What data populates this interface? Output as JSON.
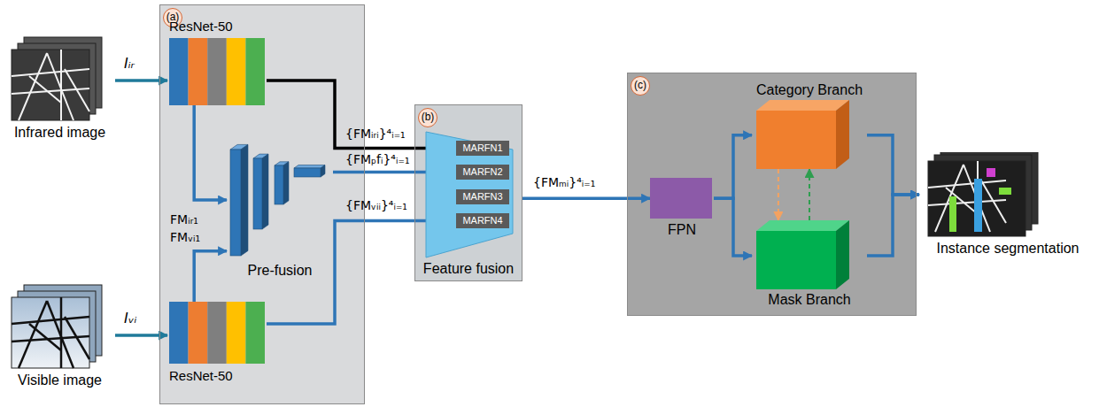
{
  "diagram": {
    "nodes": [
      {
        "text": [
          "Infrared image"
        ]
      },
      {
        "text": [
          "Visible image"
        ]
      },
      {
        "text": [
          "(a)"
        ]
      },
      {
        "text": [
          "ResNet-50"
        ],
        "in": 2
      },
      {
        "text": [
          "ResNet-50"
        ],
        "in": 2
      },
      {
        "text": [
          "Pre-fusion"
        ],
        "in": 2
      },
      {
        "text": [
          "(b)",
          "Feature fusion"
        ]
      },
      {
        "text": [
          "MARFN1"
        ],
        "in": 6
      },
      {
        "text": [
          "MARFN2"
        ],
        "in": 6
      },
      {
        "text": [
          "MARFN3"
        ],
        "in": 6
      },
      {
        "text": [
          "MARFN4"
        ],
        "in": 6
      },
      {
        "text": [
          "(c)"
        ]
      },
      {
        "text": [
          "FPN"
        ],
        "in": 11
      },
      {
        "text": [
          "Category Branch"
        ],
        "in": 11
      },
      {
        "text": [
          "Mask Branch"
        ],
        "in": 11
      },
      {
        "text": [
          "Instance segmentation"
        ]
      }
    ],
    "edges": [
      {
        "from": 0,
        "to": 3,
        "arrow": "to",
        "label": "Iᵢᵣ"
      },
      {
        "from": 1,
        "to": 4,
        "arrow": "to",
        "label": "Iᵥᵢ"
      },
      {
        "from": 3,
        "to": 5,
        "arrow": "to"
      },
      {
        "from": 4,
        "to": 5,
        "arrow": "to"
      },
      {
        "from": 3,
        "to": 7,
        "arrow": "to",
        "label": "{FMᵢᵣᵢ}⁴ᵢ₌₁"
      },
      {
        "from": 5,
        "to": 8,
        "arrow": "to",
        "label": "{FMₚfᵢ}⁴ᵢ₌₁"
      },
      {
        "from": 4,
        "to": 10,
        "arrow": "to",
        "label": "{FMᵥᵢᵢ}⁴ᵢ₌₁"
      },
      {
        "from": 6,
        "to": 12,
        "arrow": "to",
        "label": "{FMₘᵢ}⁴ᵢ₌₁"
      },
      {
        "from": 12,
        "to": 13,
        "arrow": "to"
      },
      {
        "from": 12,
        "to": 14,
        "arrow": "to"
      },
      {
        "from": 13,
        "to": 14,
        "arrow": "to"
      },
      {
        "from": 14,
        "to": 13,
        "arrow": "to"
      },
      {
        "from": 13,
        "to": 15,
        "arrow": "to"
      },
      {
        "from": 14,
        "to": 15,
        "arrow": "to"
      }
    ],
    "labels": [
      "FMᵢᵣ₁",
      "FMᵥᵢ₁"
    ]
  }
}
